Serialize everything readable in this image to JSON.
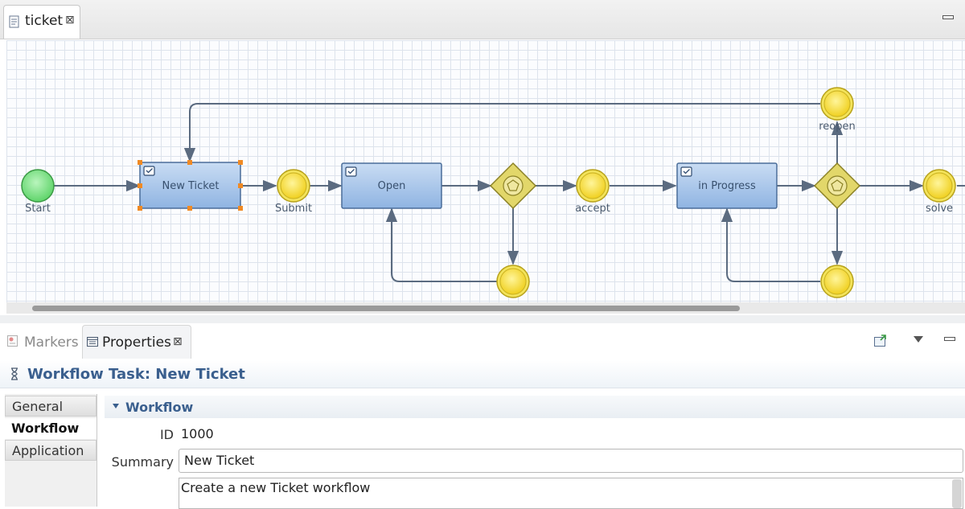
{
  "editor": {
    "tab_label": "ticket",
    "tab_close": "⊠"
  },
  "diagram": {
    "nodes": {
      "start": "Start",
      "new_ticket": "New Ticket",
      "submit": "Submit",
      "open": "Open",
      "accept": "accept",
      "in_progress": "in Progress",
      "reopen": "reopen",
      "solve": "solve"
    },
    "colors": {
      "task_fill": "#a9c7ea",
      "event_fill": "#f8e55a",
      "start_fill": "#7fe08a",
      "gateway_fill": "#e8e080",
      "edge": "#5b6b80"
    }
  },
  "panel": {
    "tabs": {
      "markers": "Markers",
      "properties": "Properties",
      "close": "⊠"
    },
    "title": "Workflow Task: New Ticket",
    "sidebar": {
      "general": "General",
      "workflow": "Workflow",
      "application": "Application"
    },
    "section": "Workflow",
    "fields": {
      "id_label": "ID",
      "id_value": "1000",
      "summary_label": "Summary",
      "summary_value": "New Ticket",
      "description_value": "Create a new Ticket workflow"
    }
  }
}
